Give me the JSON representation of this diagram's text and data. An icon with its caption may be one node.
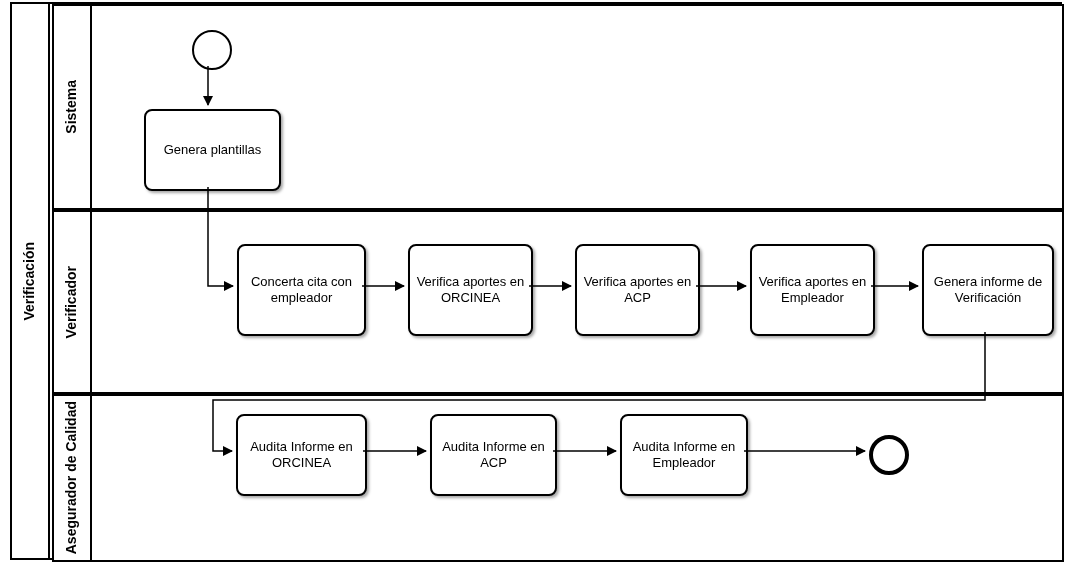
{
  "diagram": {
    "nodes": [
      {
        "text": [
          "Verificación"
        ]
      },
      {
        "text": [
          "Sistema"
        ],
        "in": 0
      },
      {
        "text": [
          "Verificador"
        ],
        "in": 0
      },
      {
        "text": [
          "Asegurador de Calidad"
        ],
        "in": 0
      },
      {
        "text": [],
        "shape": "circle",
        "in": 1
      },
      {
        "text": [
          "Genera plantillas"
        ],
        "in": 1
      },
      {
        "text": [
          "Concerta cita con empleador"
        ],
        "in": 2
      },
      {
        "text": [
          "Verifica aportes en ORCINEA"
        ],
        "in": 2
      },
      {
        "text": [
          "Verifica aportes en ACP"
        ],
        "in": 2
      },
      {
        "text": [
          "Verifica aportes en Empleador"
        ],
        "in": 2
      },
      {
        "text": [
          "Genera informe de Verificación"
        ],
        "in": 2
      },
      {
        "text": [
          "Audita Informe en ORCINEA"
        ],
        "in": 3
      },
      {
        "text": [
          "Audita Informe en ACP"
        ],
        "in": 3
      },
      {
        "text": [
          "Audita Informe en Empleador"
        ],
        "in": 3
      },
      {
        "text": [],
        "shape": "circle",
        "in": 3
      }
    ],
    "edges": [
      {
        "from": 4,
        "to": 5,
        "arrow": "to"
      },
      {
        "from": 5,
        "to": 6,
        "arrow": "to"
      },
      {
        "from": 6,
        "to": 7,
        "arrow": "to"
      },
      {
        "from": 7,
        "to": 8,
        "arrow": "to"
      },
      {
        "from": 8,
        "to": 9,
        "arrow": "to"
      },
      {
        "from": 9,
        "to": 10,
        "arrow": "to"
      },
      {
        "from": 10,
        "to": 11,
        "arrow": "to"
      },
      {
        "from": 11,
        "to": 12,
        "arrow": "to"
      },
      {
        "from": 12,
        "to": 13,
        "arrow": "to"
      },
      {
        "from": 13,
        "to": 14,
        "arrow": "to"
      }
    ]
  }
}
